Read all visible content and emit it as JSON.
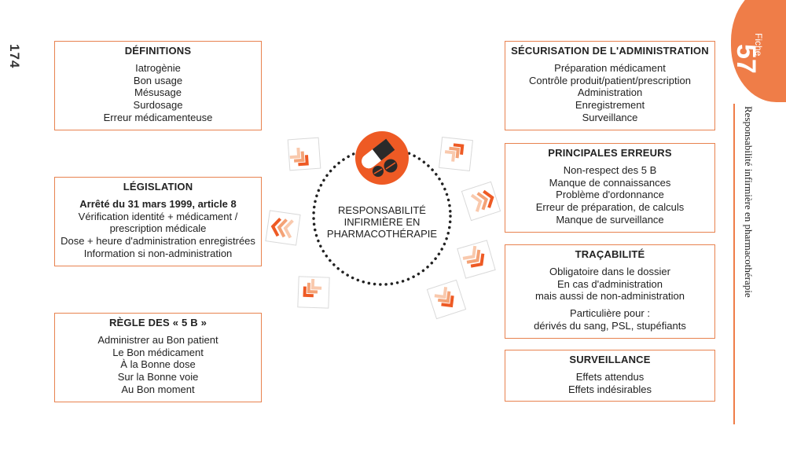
{
  "page_number": "174",
  "fiche": {
    "label": "Fiche",
    "number": "57"
  },
  "side_title": "Responsabilité infirmière en pharmacothérapie",
  "center": {
    "line1": "RESPONSABILITÉ",
    "line2": "INFIRMIÈRE EN",
    "line3": "PHARMACOTHÉRAPIE"
  },
  "definitions": {
    "title": "DÉFINITIONS",
    "items": [
      "Iatrogènie",
      "Bon usage",
      "Mésusage",
      "Surdosage",
      "Erreur médicamenteuse"
    ]
  },
  "legislation": {
    "title": "LÉGISLATION",
    "subtitle": "Arrêté du 31 mars 1999, article 8",
    "items": [
      "Vérification identité + médicament /",
      "prescription médicale",
      "Dose + heure d'administration enregistrées",
      "Information si non-administration"
    ]
  },
  "regle": {
    "title": "RÈGLE DES « 5 B »",
    "items": [
      "Administrer au Bon patient",
      "Le Bon médicament",
      "À la Bonne dose",
      "Sur la Bonne voie",
      "Au Bon moment"
    ]
  },
  "securisation": {
    "title": "SÉCURISATION DE L'ADMINISTRATION",
    "items": [
      "Préparation médicament",
      "Contrôle produit/patient/prescription",
      "Administration",
      "Enregistrement",
      "Surveillance"
    ]
  },
  "erreurs": {
    "title": "PRINCIPALES ERREURS",
    "items": [
      "Non-respect des 5 B",
      "Manque de connaissances",
      "Problème d'ordonnance",
      "Erreur de préparation, de calculs",
      "Manque de surveillance"
    ]
  },
  "tracabilite": {
    "title": "TRAÇABILITÉ",
    "items": [
      "Obligatoire dans le dossier",
      "En cas d'administration",
      "mais aussi de non-administration"
    ],
    "items2": [
      "Particulière pour :",
      "dérivés du sang, PSL, stupéfiants"
    ]
  },
  "surveillance": {
    "title": "SURVEILLANCE",
    "items": [
      "Effets attendus",
      "Effets indésirables"
    ]
  },
  "colors": {
    "accent": "#ef7d48",
    "border": "#e8824f",
    "pill_bg": "#ee5a24"
  }
}
